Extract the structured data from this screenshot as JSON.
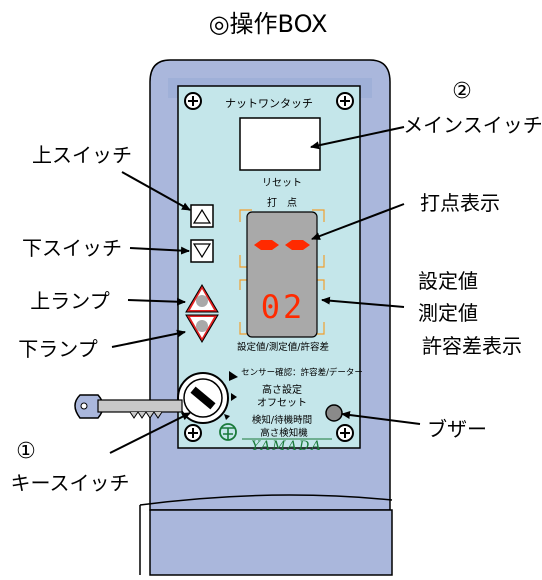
{
  "title": "◎操作BOX",
  "panel": {
    "header": "ナットワンタッチ",
    "reset": "リセット",
    "point_title": "打　点",
    "digits": "02",
    "mode_label": "設定値/測定値/許容差",
    "key_modes": "センサー確認：許容差/データー",
    "height_setting": "高さ設定",
    "offset": "オフセット",
    "detect_wait": "検知/待機時間",
    "height_detector": "高さ検知機",
    "brand": "YAMADA"
  },
  "callouts": {
    "main_switch_num": "②",
    "main_switch": "メインスイッチ",
    "point_display": "打点表示",
    "value_display_1": "設定値",
    "value_display_2": "測定値",
    "value_display_3": "許容差表示",
    "buzzer": "ブザー",
    "up_switch": "上スイッチ",
    "down_switch": "下スイッチ",
    "up_lamp": "上ランプ",
    "down_lamp": "下ランプ",
    "key_switch_num": "①",
    "key_switch": "キースイッチ"
  },
  "colors": {
    "panel": "#c4e6ea",
    "frame": "#aab7dc",
    "display_grey": "#a9a9a9",
    "led_red": "#ff2a00",
    "orange_bracket": "#f0a030",
    "lamp_red": "#e22222"
  }
}
